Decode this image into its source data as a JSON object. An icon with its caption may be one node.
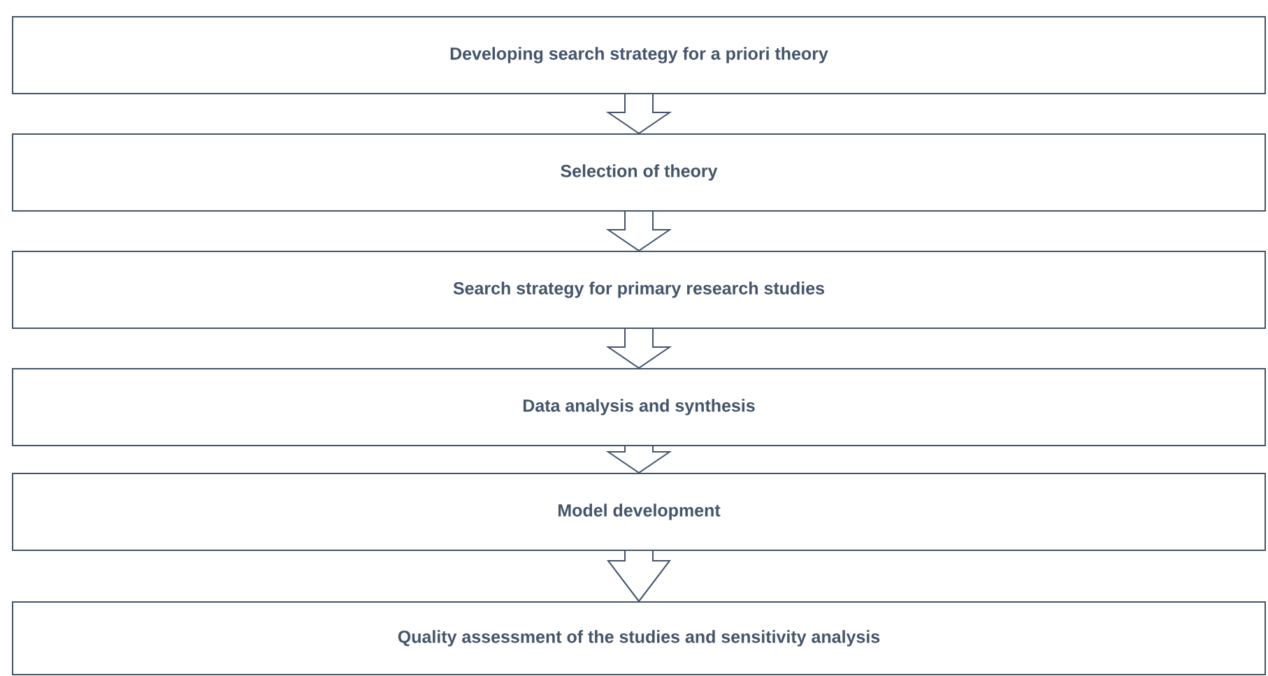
{
  "diagram": {
    "nodes": [
      {
        "text": [
          "Developing  search strategy for a priori theory"
        ]
      },
      {
        "text": [
          "Selection of theory"
        ]
      },
      {
        "text": [
          "Search strategy for primary research studies"
        ]
      },
      {
        "text": [
          "Data analysis and synthesis"
        ]
      },
      {
        "text": [
          "Model development"
        ]
      },
      {
        "text": [
          "Quality assessment of the studies and sensitivity analysis"
        ]
      }
    ],
    "edges": [
      {
        "from": 0,
        "to": 1,
        "arrow": "to"
      },
      {
        "from": 1,
        "to": 2,
        "arrow": "to"
      },
      {
        "from": 2,
        "to": 3,
        "arrow": "to"
      },
      {
        "from": 3,
        "to": 4,
        "arrow": "to"
      },
      {
        "from": 4,
        "to": 5,
        "arrow": "to"
      }
    ]
  }
}
